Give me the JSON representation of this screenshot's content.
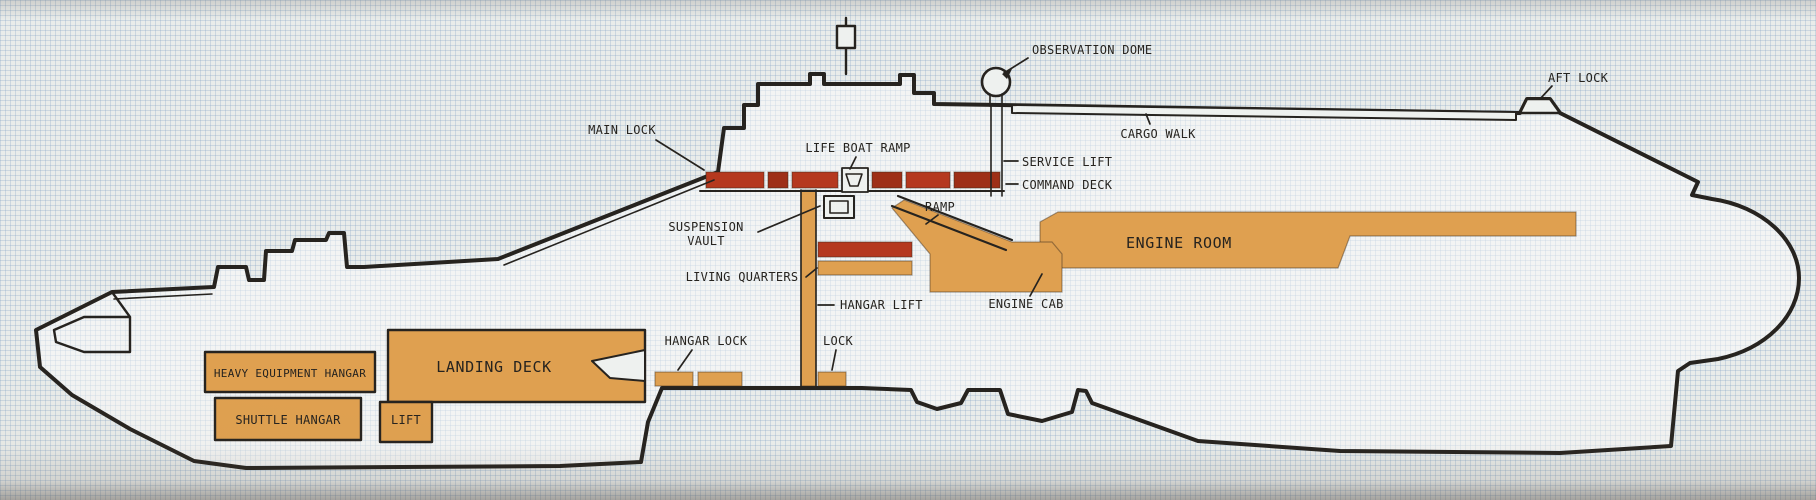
{
  "diagram": {
    "type": "spaceship-cutaway-side-elevation",
    "labels": {
      "observation_dome": "OBSERVATION DOME",
      "aft_lock": "AFT LOCK",
      "main_lock": "MAIN LOCK",
      "cargo_walk": "CARGO WALK",
      "life_boat_ramp": "LIFE BOAT RAMP",
      "service_lift": "SERVICE LIFT",
      "command_deck": "COMMAND DECK",
      "ramp": "RAMP",
      "suspension_vault_line1": "SUSPENSION",
      "suspension_vault_line2": "VAULT",
      "engine_room": "ENGINE ROOM",
      "living_quarters": "LIVING QUARTERS",
      "engine_cab": "ENGINE CAB",
      "hangar_lift": "HANGAR LIFT",
      "hangar_lock": "HANGAR LOCK",
      "lock": "LOCK",
      "heavy_equipment_hangar": "HEAVY EQUIPMENT HANGAR",
      "landing_deck": "LANDING DECK",
      "lift": "LIFT",
      "shuttle_hangar": "SHUTTLE HANGAR"
    },
    "colors": {
      "paper": "#e9ecea",
      "grid": "#7da0c3",
      "ink": "#26231f",
      "marker-orange": "#dfa050",
      "marker-red": "#b5381e",
      "marker-red-dark": "#9e2f17"
    }
  }
}
